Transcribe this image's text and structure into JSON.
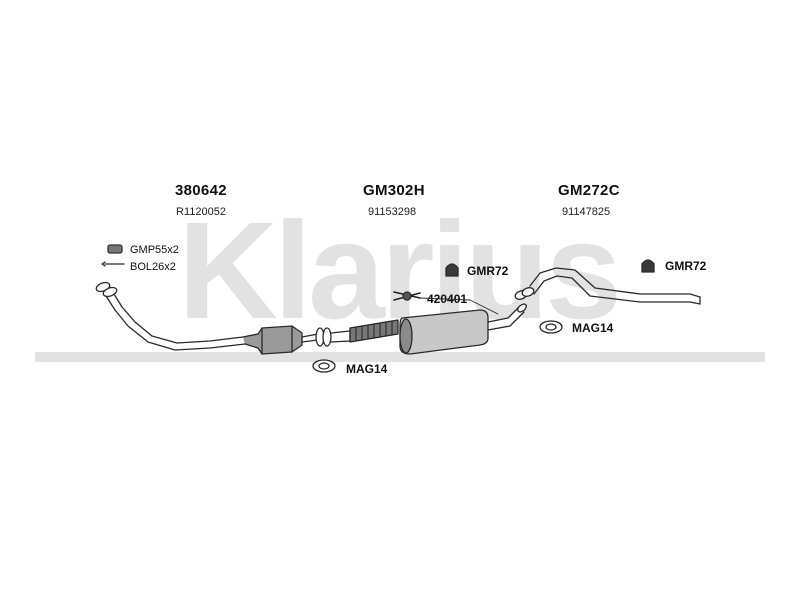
{
  "watermark": {
    "text": "Klarius",
    "color": "#e0e0e0"
  },
  "parts": [
    {
      "code": "380642",
      "number": "R1120052"
    },
    {
      "code": "GM302H",
      "number": "91153298"
    },
    {
      "code": "GM272C",
      "number": "91147825"
    }
  ],
  "accessories": {
    "clamp": "GMP55x2",
    "bolt": "BOL26x2",
    "hanger_mid": "GMR72",
    "bracket": "420401",
    "hanger_rear": "GMR72",
    "gasket_rear": "MAG14",
    "gasket_front": "MAG14"
  },
  "colors": {
    "pipe": "#2a2a2a",
    "icon_fill": "#3a3a3a"
  }
}
